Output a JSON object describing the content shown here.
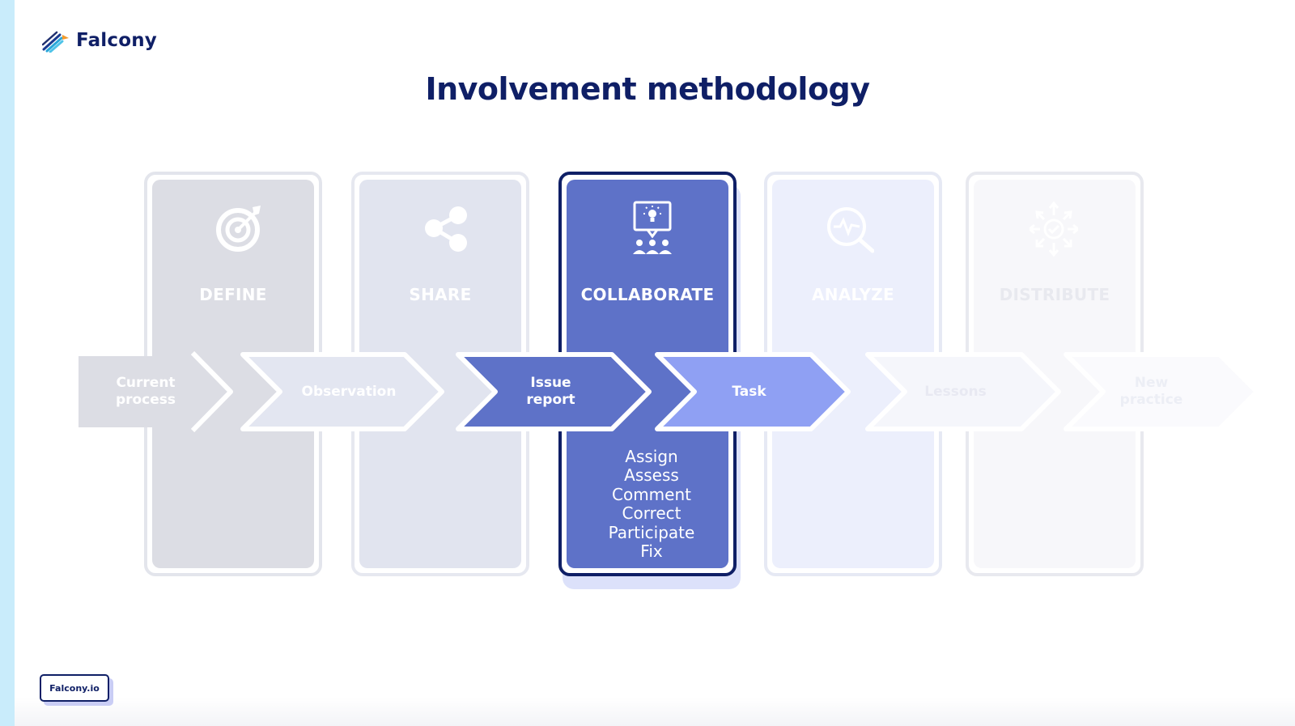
{
  "brand": {
    "name": "Falcony"
  },
  "title": "Involvement methodology",
  "stages": [
    {
      "name": "DEFINE",
      "icon": "target-icon",
      "active": false
    },
    {
      "name": "SHARE",
      "icon": "share-icon",
      "active": false
    },
    {
      "name": "COLLABORATE",
      "icon": "presentation-team-icon",
      "active": true
    },
    {
      "name": "ANALYZE",
      "icon": "analyze-magnifier-icon",
      "active": false
    },
    {
      "name": "DISTRIBUTE",
      "icon": "distribute-arrows-icon",
      "active": false
    }
  ],
  "steps": [
    {
      "line1": "Current",
      "line2": "process"
    },
    {
      "line1": "Observation",
      "line2": ""
    },
    {
      "line1": "Issue",
      "line2": "report"
    },
    {
      "line1": "Task",
      "line2": ""
    },
    {
      "line1": "Lessons",
      "line2": ""
    },
    {
      "line1": "New",
      "line2": "practice"
    }
  ],
  "actions": [
    "Assign",
    "Assess",
    "Comment",
    "Correct",
    "Participate",
    "Fix"
  ],
  "footer": {
    "link": "Falcony.io"
  },
  "colors": {
    "navy": "#0f1f66",
    "active_card": "#5e72c8",
    "task_arrow": "#8fa0f3",
    "accent_strip": "#c9ecfb"
  }
}
